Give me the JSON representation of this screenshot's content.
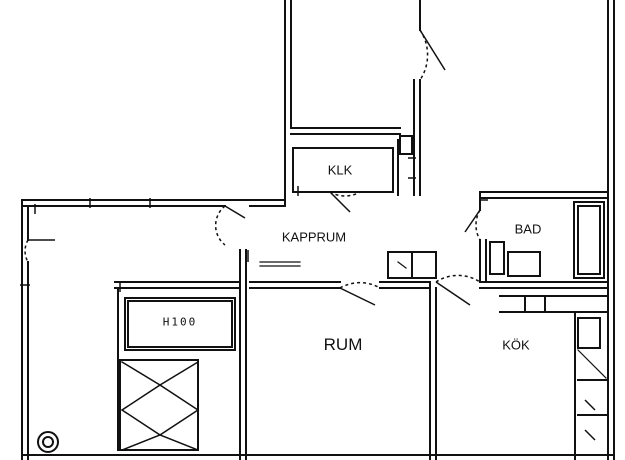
{
  "plan": {
    "ink_color": "#111111",
    "background": "#ffffff",
    "rooms": {
      "klk": "KLK",
      "kapprum": "KAPPRUM",
      "bad": "BAD",
      "rum": "RUM",
      "kok": "KÖK"
    },
    "wardrobe_note": "H100"
  }
}
